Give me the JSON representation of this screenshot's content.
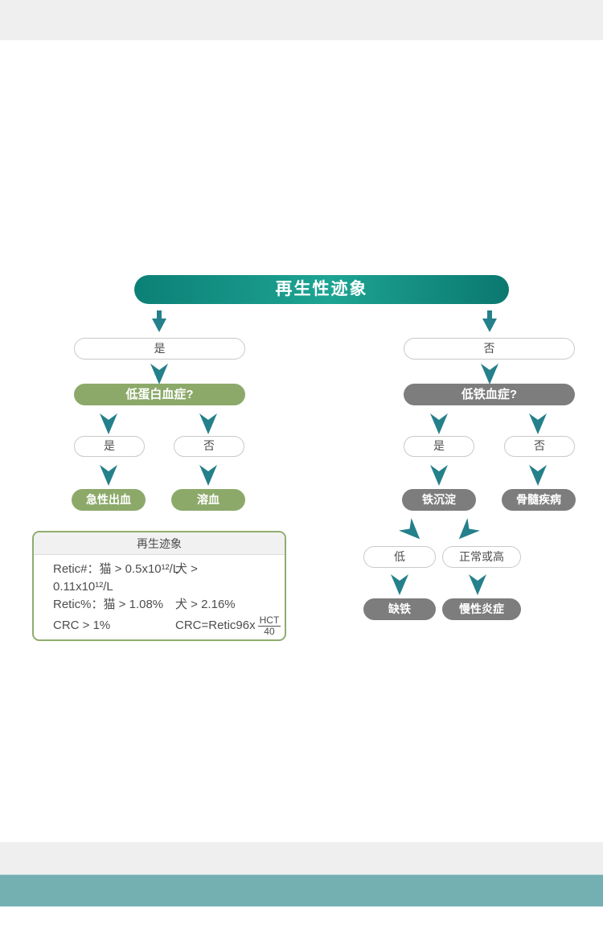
{
  "colors": {
    "top_bar": "#efefef",
    "bottom_bar_gray": "#efefef",
    "bottom_bar_teal": "#74afb2",
    "header_gradient_left": "#0c8076",
    "header_gradient_mid": "#1da493",
    "header_gradient_right": "#0b786f",
    "arrow_teal": "#24808a",
    "green_node": "#8ca96a",
    "gray_node": "#7d7d7d",
    "pill_border": "#c9c9c9",
    "info_border": "#8fac6e"
  },
  "flowchart": {
    "title": "再生性迹象",
    "left_branch": {
      "answer": "是",
      "question": "低蛋白血症?",
      "sub_answers": [
        "是",
        "否"
      ],
      "results": [
        "急性出血",
        "溶血"
      ]
    },
    "right_branch": {
      "answer": "否",
      "question": "低铁血症?",
      "sub_answers": [
        "是",
        "否"
      ],
      "results": [
        "铁沉淀",
        "骨髓疾病"
      ],
      "iron_options": [
        "低",
        "正常或高"
      ],
      "iron_results": [
        "缺铁",
        "慢性炎症"
      ]
    },
    "info_box": {
      "title": "再生迹象",
      "line1_left": "Retic#：猫 > 0.5x10¹²/L",
      "line1_right": "犬 >",
      "line2": "0.11x10¹²/L",
      "line3_left": "Retic%：猫 > 1.08%",
      "line3_right": "犬 > 2.16%",
      "line4_left": "CRC > 1%",
      "line4_right": "CRC=Retic96x",
      "fraction_numerator": "HCT",
      "fraction_denominator": "40"
    }
  }
}
